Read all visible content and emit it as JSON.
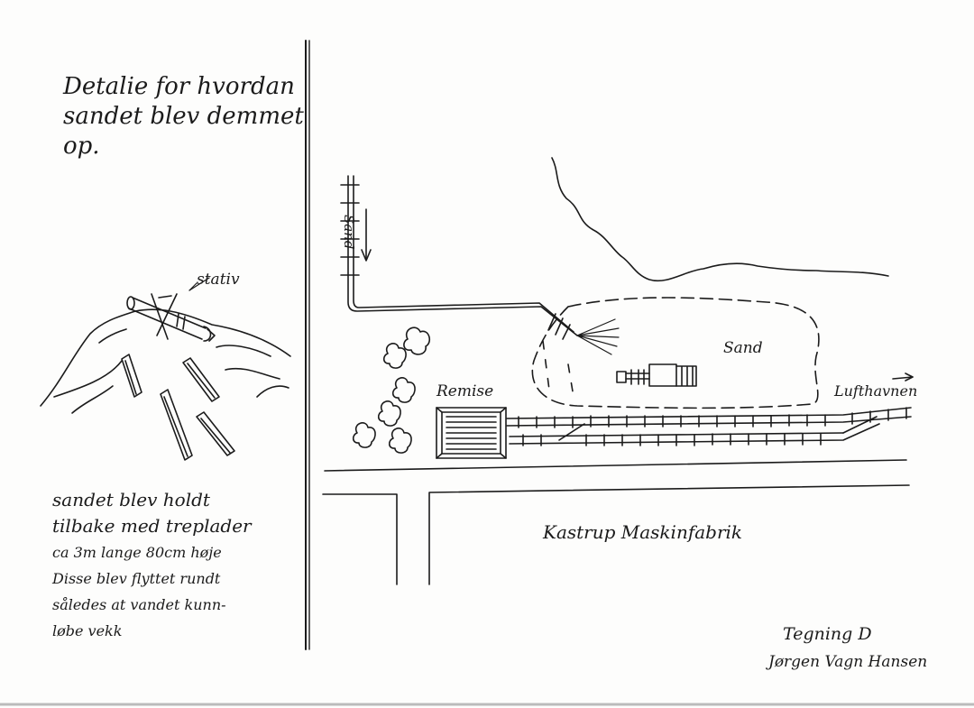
{
  "left_panel": {
    "title_lines": [
      "Detalie for hvordan",
      "sandet blev demmet",
      "op."
    ],
    "stativ_label": "stativ",
    "description_lines": [
      "sandet blev holdt",
      "tilbake med treplader",
      "ca 3m lange  80cm høje",
      "Disse blev flyttet rundt",
      "således at vandet kunn-",
      "løbe vekk"
    ]
  },
  "map": {
    "sand_arrow_label": "Sand",
    "sand_area_label": "Sand",
    "remise_label": "Remise",
    "lufthavnen_label": "Lufthavnen",
    "factory_label": "Kastrup Maskinfabrik"
  },
  "signature": {
    "drawing_label": "Tegning D",
    "artist": "Jørgen Vagn Hansen"
  },
  "colors": {
    "ink": "#1b1b1b",
    "paper": "#fdfdfc"
  }
}
